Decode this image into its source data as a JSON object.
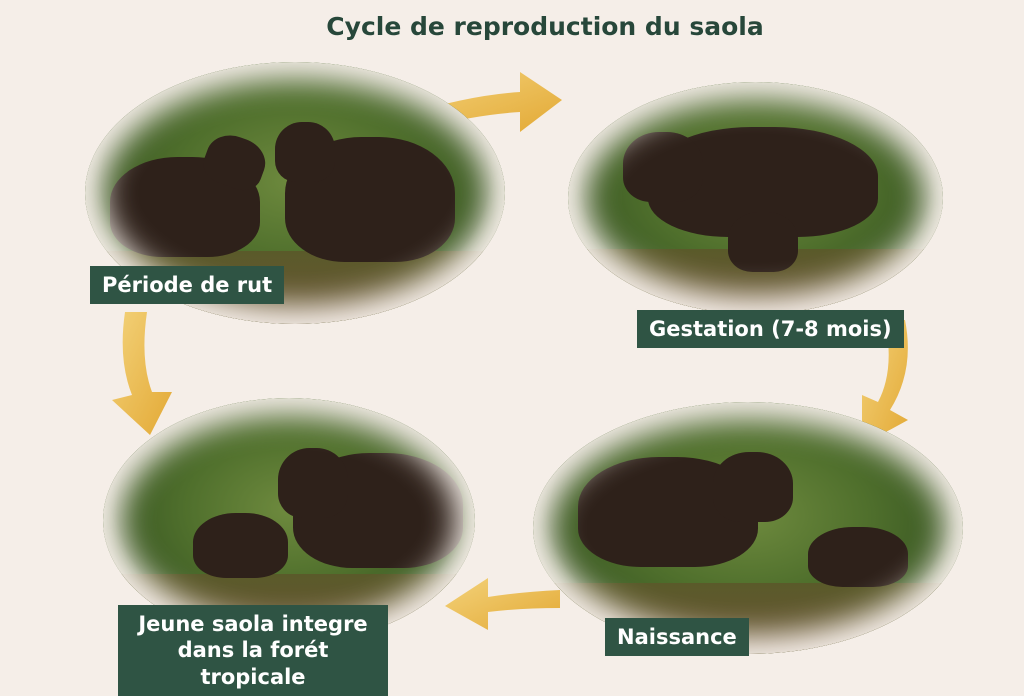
{
  "title": "Cycle de reproduction du saola",
  "stages": [
    {
      "label": "Période de rut"
    },
    {
      "label": "Gestation (7-8 mois)"
    },
    {
      "label": "Naissance"
    },
    {
      "label_line1": "Jeune saola integre",
      "label_line2": "dans la forét tropicale"
    }
  ],
  "colors": {
    "title": "#27473a",
    "label_bg": "#2f5444",
    "arrow": "#e9b84a",
    "background": "#f5eee8"
  }
}
